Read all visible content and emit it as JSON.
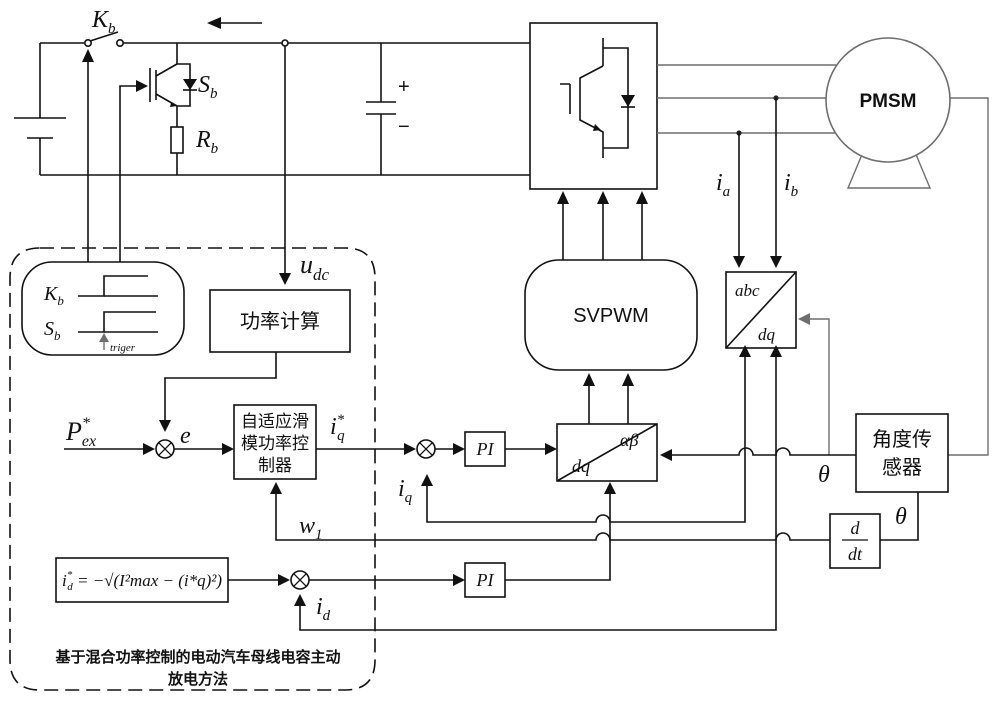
{
  "labels": {
    "kb_switch": "K",
    "kb_sub": "b",
    "sb": "S",
    "sb_sub": "b",
    "rb": "R",
    "rb_sub": "b",
    "udc": "u",
    "udc_sub": "dc",
    "ia": "i",
    "ia_sub": "a",
    "ib": "i",
    "ib_sub": "b",
    "theta1": "θ",
    "theta2": "θ",
    "iq_fb": "i",
    "iq_fb_sub": "q",
    "id_fb": "i",
    "id_fb_sub": "d",
    "w1": "w",
    "w1_sub": "1",
    "e": "e",
    "pex": "P",
    "pex_sup": "*",
    "pex_sub": "ex",
    "iq_star": "i",
    "iq_star_sup": "*",
    "iq_star_sub": "q",
    "cap_plus": "+",
    "cap_minus": "−"
  },
  "blocks": {
    "pmsm": "PMSM",
    "svpwm": "SVPWM",
    "power_calc": "功率计算",
    "smc_line1": "自适应滑",
    "smc_line2": "模功率控",
    "smc_line3": "制器",
    "angle_line1": "角度传",
    "angle_line2": "感器",
    "pi1": "PI",
    "pi2": "PI",
    "abc_top": "abc",
    "abc_bottom": "dq",
    "park_left": "dq",
    "park_right": "αβ",
    "deriv_num": "d",
    "deriv_den": "dt",
    "id_formula": "i",
    "id_formula_rest": " = −√(I²max − (i*q)²)"
  },
  "legend_box": {
    "kb": "K",
    "kb_sub": "b",
    "sb": "S",
    "sb_sub": "b",
    "trigger": "triger"
  },
  "method_caption": {
    "line1": "基于混合功率控制的电动汽车母线电容主动",
    "line2": "放电方法"
  }
}
